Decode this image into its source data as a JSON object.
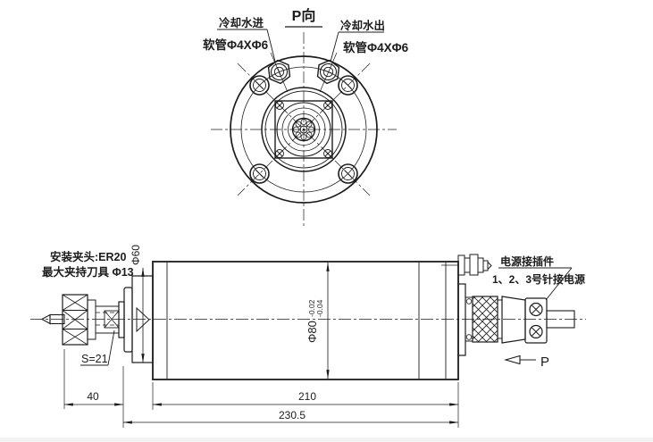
{
  "top_view": {
    "title": "P向",
    "coolant_in": {
      "label": "冷却水进",
      "spec": "软管Φ4XΦ6"
    },
    "coolant_out": {
      "label": "冷却水出",
      "spec": "软管Φ4XΦ6"
    }
  },
  "side_view": {
    "collet_note_line1": "安装夹头:ER20",
    "collet_note_line2": "最大夹持刀具 Φ13",
    "wrench_flat": "S=21",
    "dia_front": "Φ60",
    "dia_body": "Φ80",
    "dia_body_tol_upper": "-0.02",
    "dia_body_tol_lower": "-0.04",
    "connector_label": "电源接插件",
    "connector_pins": "1、2、3号针接电源",
    "direction_label": "P",
    "dims": {
      "collet_len": "40",
      "body_len": "210",
      "total_len": "230.5"
    }
  },
  "colors": {
    "ink": "#1c1c1c",
    "background": "#ffffff"
  }
}
